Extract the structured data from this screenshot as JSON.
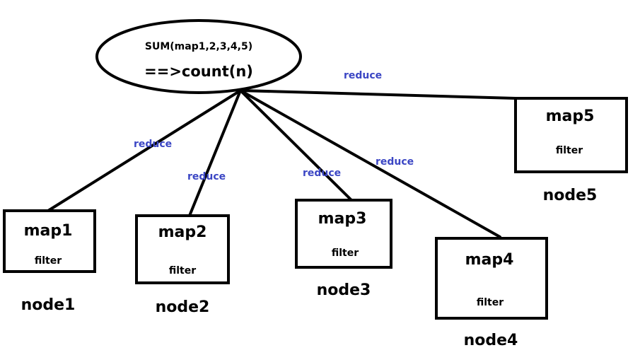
{
  "colors": {
    "line": "#000000",
    "reduce_text": "#3b46c4",
    "background": "#ffffff"
  },
  "root": {
    "line1": "SUM(map1,2,3,4,5)",
    "line2": "==>count(n)"
  },
  "edge_label": "reduce",
  "nodes": [
    {
      "map": "map1",
      "filter": "filter",
      "node": "node1"
    },
    {
      "map": "map2",
      "filter": "filter",
      "node": "node2"
    },
    {
      "map": "map3",
      "filter": "filter",
      "node": "node3"
    },
    {
      "map": "map4",
      "filter": "filter",
      "node": "node4"
    },
    {
      "map": "map5",
      "filter": "filter",
      "node": "node5"
    }
  ]
}
